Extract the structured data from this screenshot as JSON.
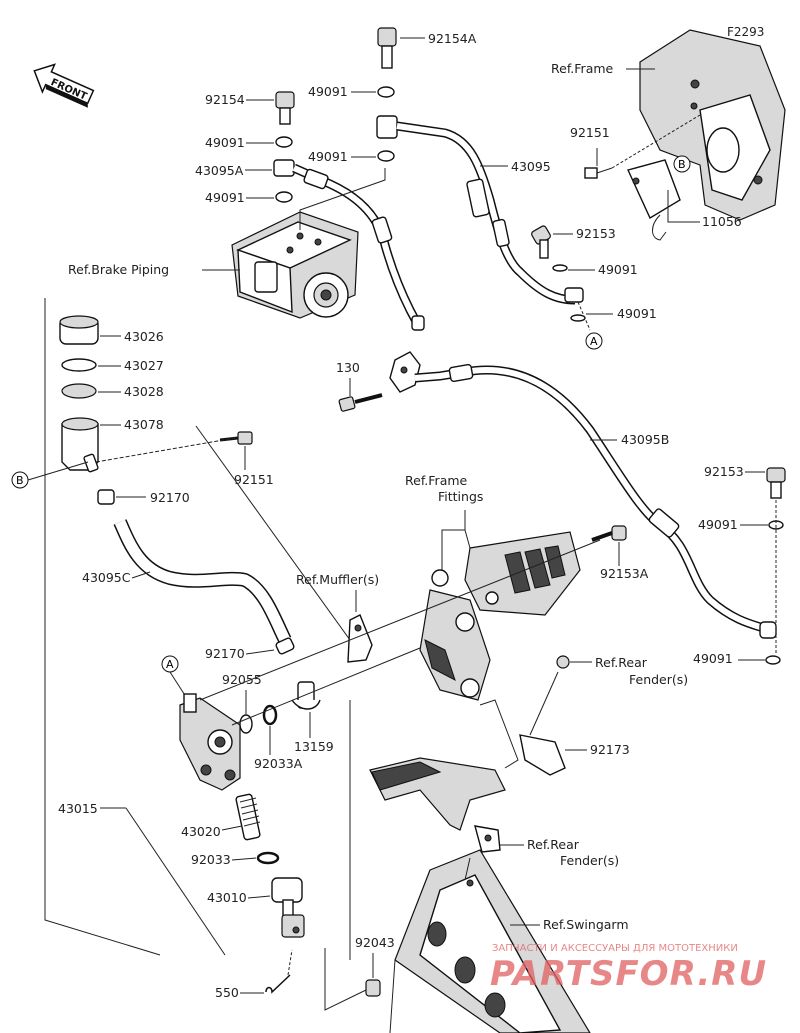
{
  "figure_code": "F2293",
  "front_label": "FRONT",
  "refs": {
    "frame": "Ref.Frame",
    "brake_piping": "Ref.Brake Piping",
    "frame_fittings_1": "Ref.Frame",
    "frame_fittings_2": "Fittings",
    "muffler": "Ref.Muffler(s)",
    "rear_fender_top_1": "Ref.Rear",
    "rear_fender_top_2": "Fender(s)",
    "rear_fender_bottom_1": "Ref.Rear",
    "rear_fender_bottom_2": "Fender(s)",
    "swingarm": "Ref.Swingarm"
  },
  "markers": {
    "a": "A",
    "b": "B"
  },
  "parts": {
    "p92154A": "92154A",
    "p49091_top": "49091",
    "p92154": "92154",
    "p49091_l1": "49091",
    "p43095A": "43095A",
    "p49091_mid": "49091",
    "p49091_l2": "49091",
    "p43095": "43095",
    "p92151_top": "92151",
    "p11056": "11056",
    "p92153_mid": "92153",
    "p49091_r1": "49091",
    "p49091_r2": "49091",
    "p43026": "43026",
    "p43027": "43027",
    "p43028": "43028",
    "p43078": "43078",
    "p130": "130",
    "p43095B": "43095B",
    "p92151_left": "92151",
    "p92170_top": "92170",
    "p92153_right": "92153",
    "p49091_r3": "49091",
    "p43095C": "43095C",
    "p92153A": "92153A",
    "p92170_mid": "92170",
    "p49091_r4": "49091",
    "p92055": "92055",
    "p13159": "13159",
    "p92033A": "92033A",
    "p92173": "92173",
    "p43015": "43015",
    "p43020": "43020",
    "p92033": "92033",
    "p43010": "43010",
    "p92043": "92043",
    "p550": "550"
  },
  "watermark": {
    "tagline": "ЗАПЧАСТИ И АКСЕССУАРЫ ДЛЯ МОТОТЕХНИКИ",
    "brand": "PARTSFOR.RU",
    "color": "#e06060"
  }
}
